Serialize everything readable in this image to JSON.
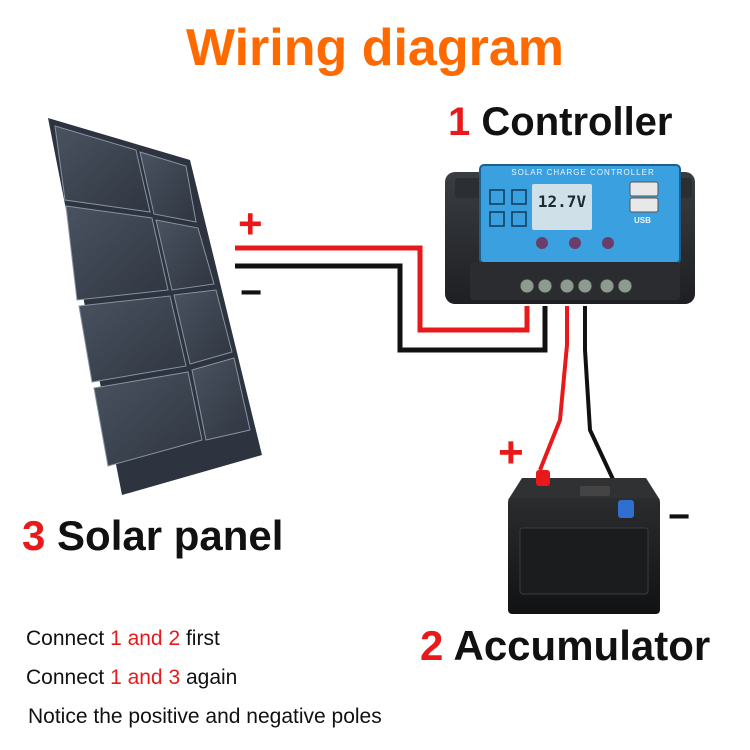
{
  "title": "Wiring diagram",
  "labels": {
    "controller": {
      "number": "1",
      "text": "Controller"
    },
    "accumulator": {
      "number": "2",
      "text": "Accumulator"
    },
    "solar_panel": {
      "number": "3",
      "text": "Solar panel"
    }
  },
  "signs": {
    "plus": "+",
    "minus": "−"
  },
  "controller_device": {
    "header": "SOLAR CHARGE CONTROLLER",
    "display": "12.7",
    "display_unit": "V",
    "usb_label": "USB"
  },
  "notes": [
    {
      "pre": "Connect ",
      "hl": "1 and 2",
      "post": " first"
    },
    {
      "pre": "Connect ",
      "hl": "1 and 3",
      "post": " again"
    },
    {
      "pre": "Notice the positive and negative poles",
      "hl": "",
      "post": ""
    }
  ],
  "colors": {
    "title": "#ff6a00",
    "number": "#e8191b",
    "positive_wire": "#e8191b",
    "negative_wire": "#111111",
    "controller_face": "#3aa0e0",
    "panel_cell": "#3c4452"
  }
}
